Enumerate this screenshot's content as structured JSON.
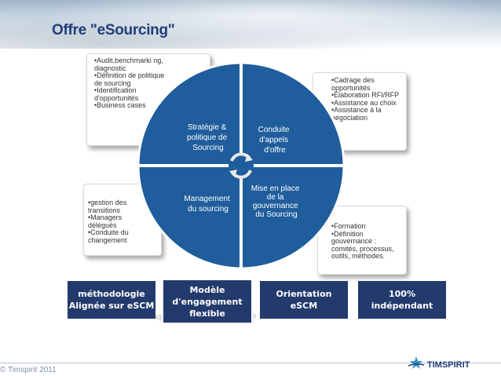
{
  "slide": {
    "title": "Offre \"eSourcing\"",
    "copyright": "© Timspirit 2011",
    "logo_text": "TIMSPIRIT",
    "ghost_text_left": "ag",
    "ghost_text_right": "li"
  },
  "circle": {
    "quadrants": [
      {
        "lines": [
          "Stratégie &",
          "politique de",
          "Sourcing"
        ]
      },
      {
        "lines": [
          "Conduite",
          "d'appels",
          "d'offre"
        ]
      },
      {
        "lines": [
          "Management",
          "du sourcing"
        ]
      },
      {
        "lines": [
          "Mise en place",
          "de la",
          "gouvernance",
          "du Sourcing"
        ]
      }
    ],
    "colors": {
      "fill": "#1f5d9c",
      "stroke": "#ffffff"
    }
  },
  "cards": {
    "top_left": [
      "Audit,benchmarki ng, diagnostic",
      "Définition de politique de sourcing",
      "Identification d'opportunités",
      "Business cases"
    ],
    "top_right": [
      "Cadrage des opportunités",
      "Élaboration RFI/RFP",
      "Assistance au choix",
      "Assistance à la négociation"
    ],
    "bottom_left": [
      "gestion des transitions",
      "Managers délégués",
      "Conduite du changement"
    ],
    "bottom_right": [
      "Formation",
      "Définition gouvernance : comités, processus, outils, méthodes."
    ]
  },
  "boxes": [
    {
      "lines": [
        "méthodologie",
        "Alignée sur eSCM"
      ]
    },
    {
      "lines": [
        "Modèle",
        "d'engagement",
        "flexible"
      ]
    },
    {
      "lines": [
        "Orientation",
        "eSCM"
      ]
    },
    {
      "lines": [
        "100%",
        "indépendant"
      ]
    }
  ],
  "colors": {
    "title": "#1f3d78",
    "box_bg": "#233a6d",
    "circle": "#1f5d9c"
  }
}
